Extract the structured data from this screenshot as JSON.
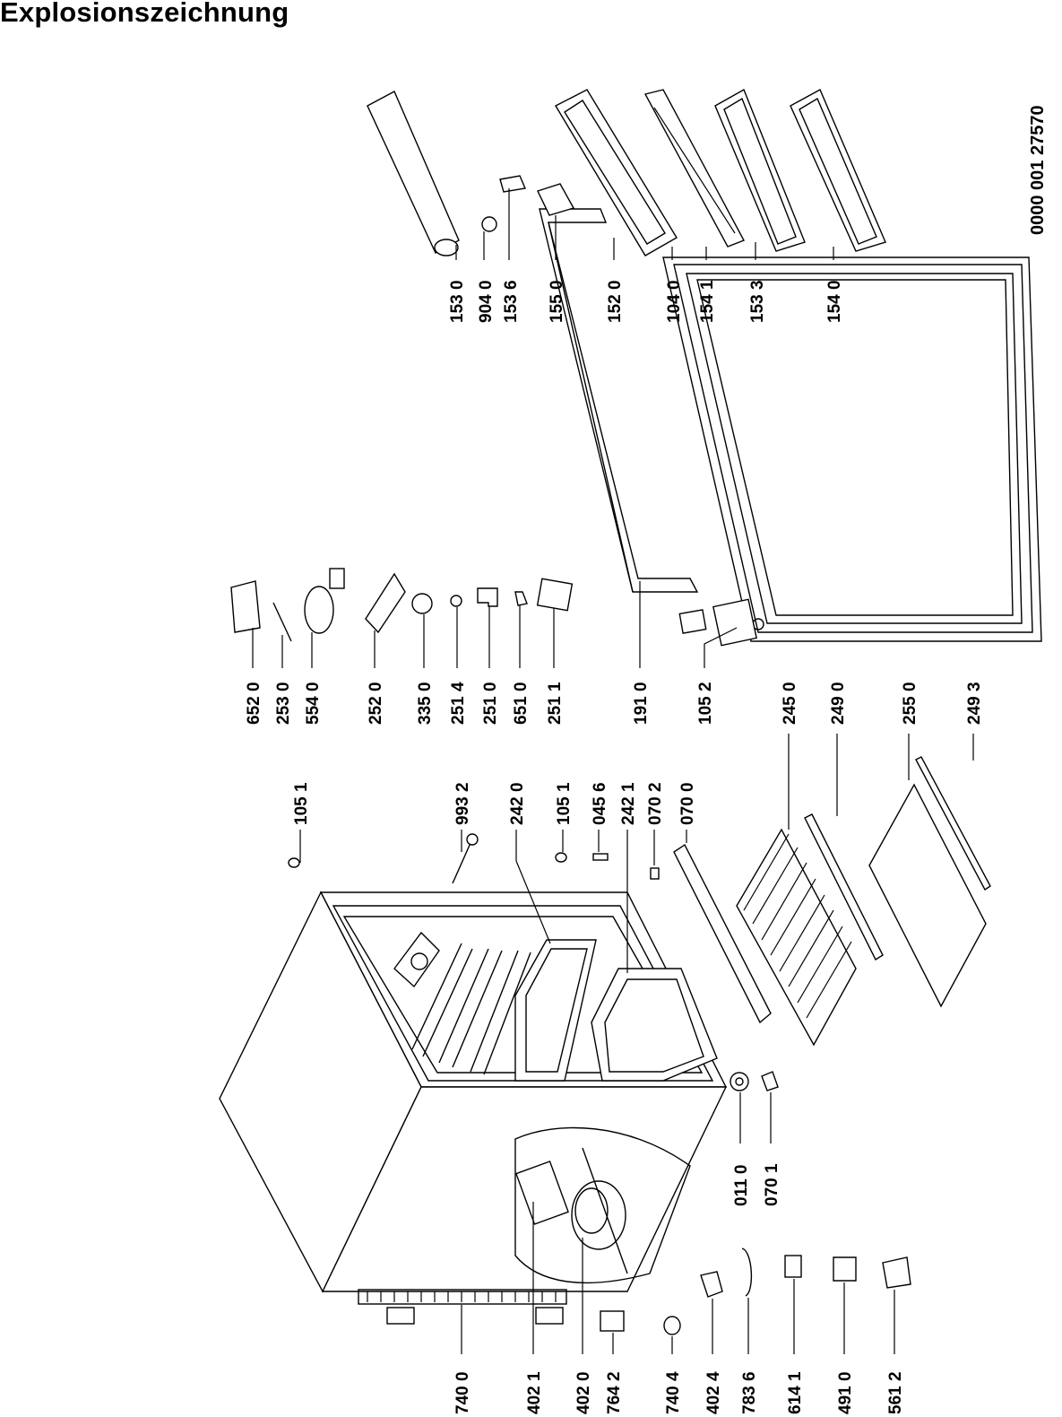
{
  "title": "Explosionszeichnung",
  "document_number": "0000 001 27570",
  "part_numbers": [
    "153 0",
    "904 0",
    "153 6",
    "155 0",
    "152 0",
    "104 0",
    "154 1",
    "153 3",
    "154 0",
    "652 0",
    "253 0",
    "554 0",
    "252 0",
    "335 0",
    "251 4",
    "251 0",
    "651 0",
    "251 1",
    "191 0",
    "105 2",
    "245 0",
    "249 0",
    "255 0",
    "249 3",
    "105 1",
    "993 2",
    "242 0",
    "105 1",
    "045 6",
    "242 1",
    "070 2",
    "070 0",
    "011 0",
    "070 1",
    "740 0",
    "402 1",
    "402 0",
    "764 2",
    "740 4",
    "402 4",
    "783 6",
    "614 1",
    "491 0",
    "561 2"
  ]
}
